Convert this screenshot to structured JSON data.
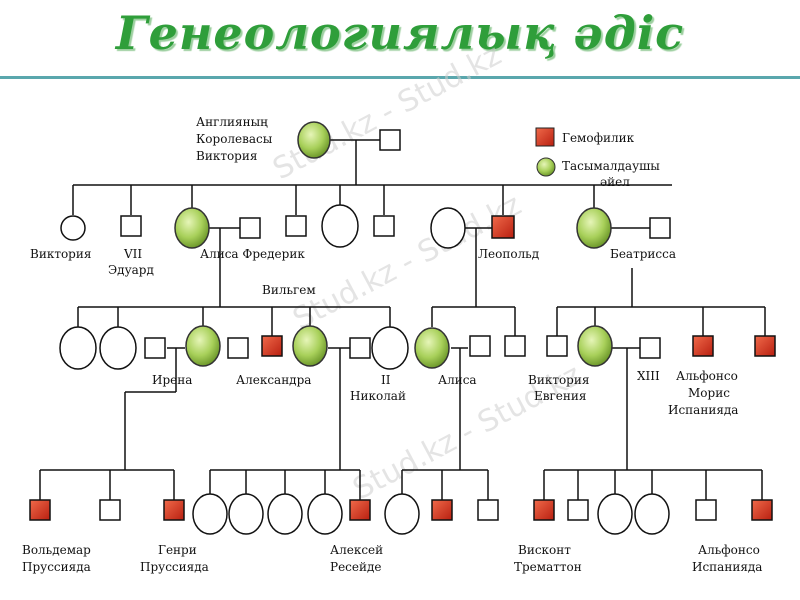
{
  "title": "Генеологиялық әдіс",
  "watermark": "Stud.kz - Stud.kz",
  "legend": {
    "hemophilia": "Гемофилик",
    "carrier_line1": "Тасымалдаушы",
    "carrier_line2": "әйел"
  },
  "colors": {
    "affected": "#d8361f",
    "carrier": "#a8d05a",
    "title": "#2f9e3a",
    "rule": "#5aa7ad"
  },
  "labels": {
    "queen_1": "Англияның",
    "queen_2": "Королевасы",
    "queen_3": "Виктория",
    "viktoriya": "Виктория",
    "vii": "VII",
    "eduard": "Эдуард",
    "alisa_frederik": "Алиса Фредерик",
    "leopold": "Леопольд",
    "beatrissa": "Беатрисса",
    "vilgelm": "Вильгем",
    "irena": "Ирена",
    "aleksandra": "Александра",
    "ii": "II",
    "nikolai": "Николай",
    "alisa": "Алиса",
    "viktoriya_evgeniya_1": "Виктория",
    "viktoriya_evgeniya_2": "Евгения",
    "xiii": "XIII",
    "alfonso_1": "Альфонсо",
    "alfonso_2": "Морис",
    "alfonso_3": "Испанияда",
    "voldemar_1": "Вольдемар",
    "voldemar_2": "Пруссияда",
    "genri_1": "Генри",
    "genri_2": "Пруссияда",
    "aleksei_1": "Алексей",
    "aleksei_2": "Ресейде",
    "viskont_1": "Висконт",
    "viskont_2": "Трематтон",
    "alfonso2_1": "Альфонсо",
    "alfonso2_2": "Испанияда"
  }
}
